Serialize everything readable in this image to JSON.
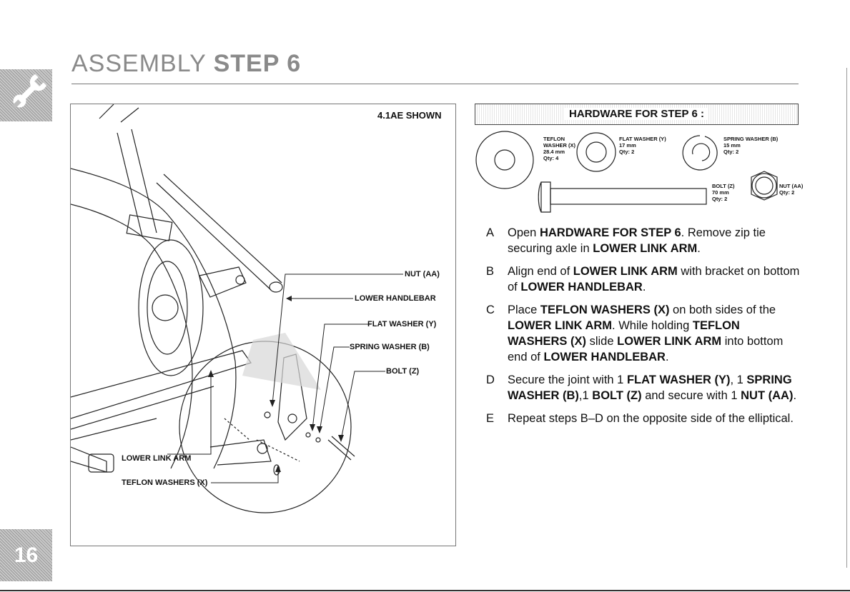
{
  "header": {
    "title_light": "ASSEMBLY ",
    "title_bold": "STEP 6"
  },
  "page_number": "16",
  "figure": {
    "caption": "4.1AE SHOWN",
    "labels": {
      "nut": "NUT (AA)",
      "lower_handlebar": "LOWER HANDLEBAR",
      "flat_washer": "FLAT WASHER (Y)",
      "spring_washer": "SPRING WASHER (B)",
      "bolt": "BOLT (Z)",
      "lower_link_arm": "LOWER LINK ARM",
      "teflon_washers": "TEFLON WASHERS (X)"
    }
  },
  "hardware": {
    "title": "HARDWARE FOR STEP 6 :",
    "items": [
      {
        "name_l1": "TEFLON",
        "name_l2": "WASHER (X)",
        "size": "28.4 mm",
        "qty": "Qty: 4"
      },
      {
        "name": "FLAT WASHER (Y)",
        "size": "17 mm",
        "qty": "Qty: 2"
      },
      {
        "name": "SPRING WASHER (B)",
        "size": "15 mm",
        "qty": "Qty: 2"
      },
      {
        "name": "BOLT (Z)",
        "size": "70 mm",
        "qty": "Qty: 2"
      },
      {
        "name": "NUT (AA)",
        "qty": "Qty: 2"
      }
    ]
  },
  "steps": [
    {
      "letter": "A",
      "parts": [
        {
          "t": "Open "
        },
        {
          "t": "HARDWARE FOR STEP 6",
          "b": true
        },
        {
          "t": ". Remove zip tie securing axle in "
        },
        {
          "t": "LOWER LINK ARM",
          "b": true
        },
        {
          "t": "."
        }
      ]
    },
    {
      "letter": "B",
      "parts": [
        {
          "t": "Align end of "
        },
        {
          "t": "LOWER LINK ARM",
          "b": true
        },
        {
          "t": " with bracket on bottom of "
        },
        {
          "t": "LOWER HANDLEBAR",
          "b": true
        },
        {
          "t": "."
        }
      ]
    },
    {
      "letter": "C",
      "parts": [
        {
          "t": "Place "
        },
        {
          "t": "TEFLON WASHERS (X)",
          "b": true
        },
        {
          "t": " on both sides of the "
        },
        {
          "t": "LOWER LINK ARM",
          "b": true
        },
        {
          "t": ". While holding "
        },
        {
          "t": "TEFLON WASHERS (X)",
          "b": true
        },
        {
          "t": " slide "
        },
        {
          "t": "LOWER LINK ARM",
          "b": true
        },
        {
          "t": " into bottom end of "
        },
        {
          "t": "LOWER HANDLEBAR",
          "b": true
        },
        {
          "t": "."
        }
      ]
    },
    {
      "letter": "D",
      "parts": [
        {
          "t": "Secure the joint with 1 "
        },
        {
          "t": "FLAT WASHER (Y)",
          "b": true
        },
        {
          "t": ", 1 "
        },
        {
          "t": "SPRING WASHER (B)",
          "b": true
        },
        {
          "t": ",1 "
        },
        {
          "t": "BOLT (Z)",
          "b": true
        },
        {
          "t": " and secure with 1 "
        },
        {
          "t": "NUT (AA)",
          "b": true
        },
        {
          "t": "."
        }
      ]
    },
    {
      "letter": "E",
      "parts": [
        {
          "t": "Repeat steps B–D on the opposite side of the elliptical."
        }
      ]
    }
  ]
}
